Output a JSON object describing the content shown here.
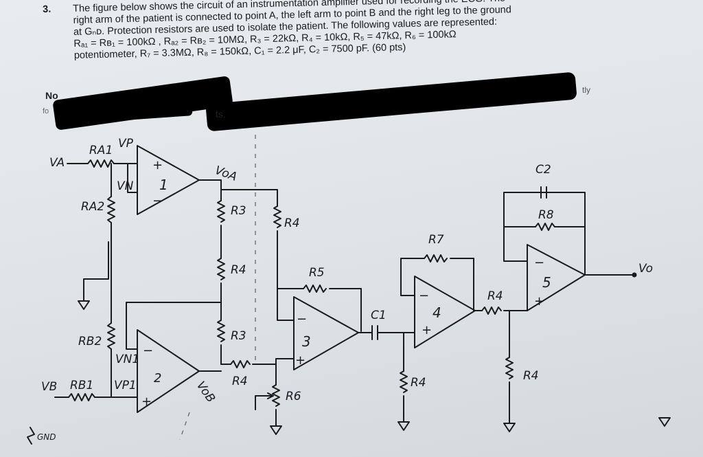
{
  "problem": {
    "number": "3.",
    "lines": [
      "The figure below shows the circuit of an instrumentation amplifier used for recording the ECG. The",
      "right arm of the patient is connected to point A, the left arm to point B and the right leg to the ground",
      "at Gₙᴅ. Protection resistors are used to isolate the patient. The following values are represented:",
      "Rₐ₁ = Rʙ₁ = 100kΩ , Rₐ₂ = Rʙ₂ = 10MΩ, R₃ = 22kΩ, R₄ = 10kΩ, R₅ = 47kΩ, R₆ = 100kΩ",
      "potentiometer, R₇ = 3.3MΩ, R₈ = 150kΩ, C₁ = 2.2 μF, C₂ = 7500 pF. (60 pts)"
    ],
    "partial_left": "No",
    "partial_left2": "fo",
    "partial_mid": "ts.",
    "partial_right": "tly"
  },
  "labels": {
    "va": "VA",
    "ra1": "RA1",
    "vp": "VP",
    "vn": "VN",
    "ra2": "RA2",
    "op1": "1",
    "plus": "+",
    "minus": "−",
    "voa": "VoA",
    "r3": "R3",
    "r4": "R4",
    "r6": "R6",
    "r5": "R5",
    "op3": "3",
    "c1": "C1",
    "r7": "R7",
    "op4": "4",
    "c2": "C2",
    "r8": "R8",
    "op5": "5",
    "vo": "Vo",
    "rb2": "RB2",
    "vn1": "VN1",
    "op2": "2",
    "vob": "VoB",
    "vb": "VB",
    "rb1": "RB1",
    "vp1": "VP1",
    "gnd": "GND"
  }
}
